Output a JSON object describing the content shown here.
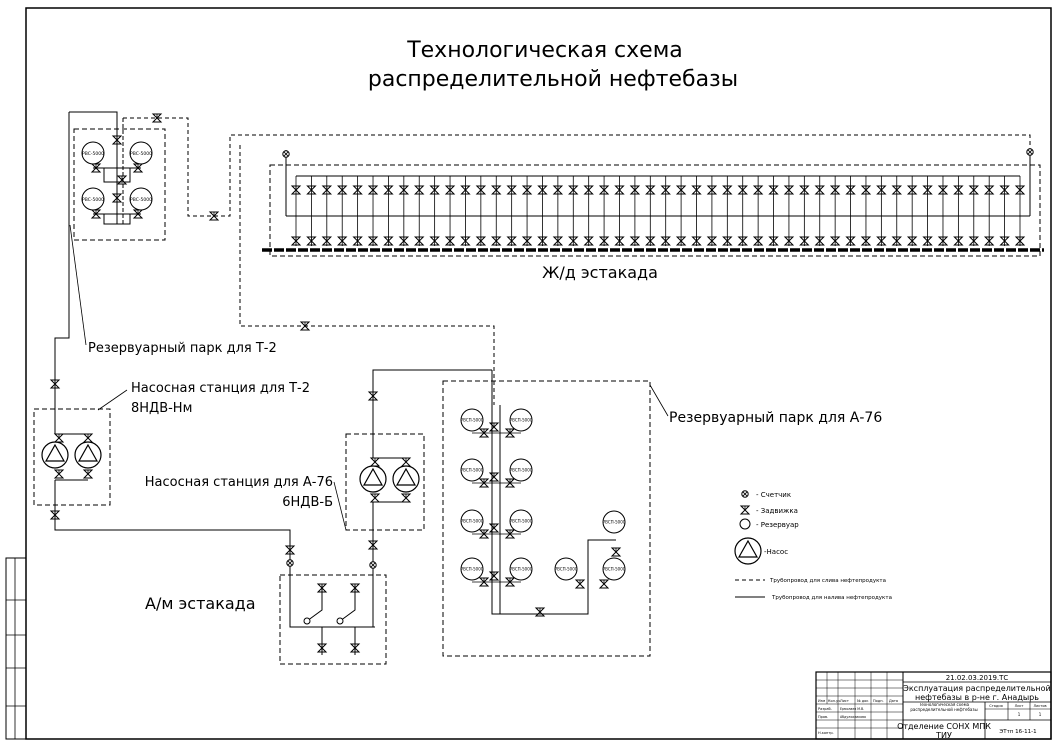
{
  "title": {
    "line1": "Технологическая схема",
    "line2": "распределительной нефтебазы"
  },
  "labels": {
    "rail_rack": "Ж/д эстакада",
    "tank_park_t2": "Резервуарный парк для Т-2",
    "pump_t2_name": "Насосная станция для Т-2",
    "pump_t2_model": "8НДВ-Нм",
    "pump_a76_name": "Насосная станция для А-76",
    "pump_a76_model": "6НДВ-Б",
    "tank_park_a76": "Резервуарный парк для А-76",
    "truck_rack": "А/м эстакада"
  },
  "tank_labels": {
    "t2": "РВС-5000",
    "a76": "РВСП-5000"
  },
  "legend": {
    "meter": "- Счетчик",
    "valve": "- Задвижка",
    "tank": "- Резервуар",
    "pump": "-Насос",
    "dashed_line": "Трубопровод для слива нефтепродукта",
    "solid_line": "Трубопровод для налива нефтепродукта"
  },
  "title_block": {
    "code": "21.02.03.2019.ТС",
    "project_line1": "Эксплуатация распределительной",
    "project_line2": "нефтебазы в р-не г. Анадырь",
    "sheet_title": "Технологическая схема распределительной нефтебазы",
    "org_line1": "Отделение СОНХ МПК",
    "org_line2": "ТИУ",
    "group": "ЭТтп 16-11-1",
    "col_stage": "Стадия",
    "col_sheet": "Лист",
    "col_sheets": "Листов",
    "sheet_no": "1",
    "sheets_total": "1",
    "row_change": "Изм",
    "row_qty": "Кол.уч",
    "row_sheet": "Лист",
    "row_doc": "№ док",
    "row_sign": "Подп.",
    "row_date": "Дата",
    "role_dev": "Разраб.",
    "role_check": "Пров.",
    "role_norm": "Н.контр.",
    "dev_name": "Ермолаев М.В.",
    "check_name": "Абдулхаликова"
  }
}
